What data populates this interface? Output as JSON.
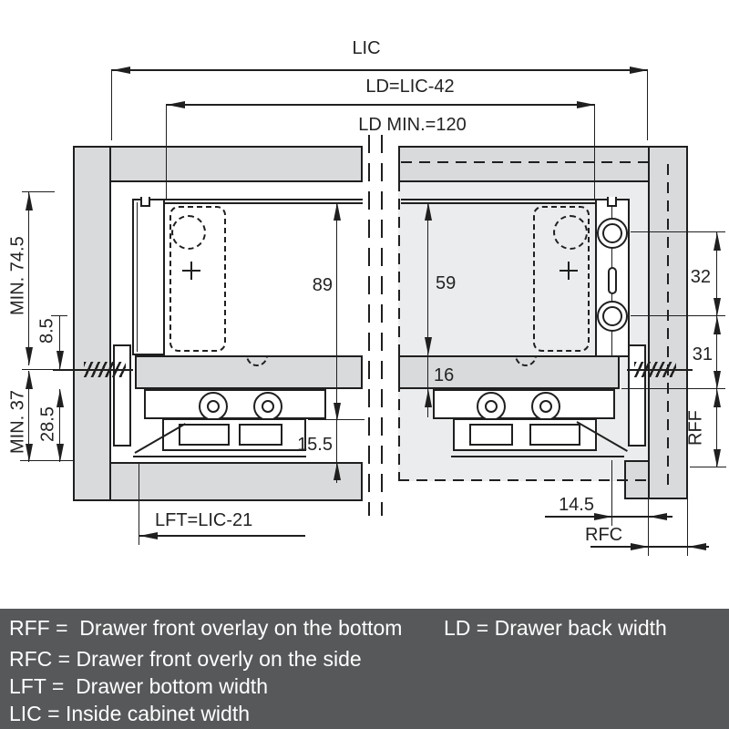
{
  "colors": {
    "cabinet_panel": "#d9dadb",
    "drawer_front_overlay": "#ebeced",
    "drawing_line": "#1f1f1f",
    "legend_bg": "#57585a",
    "legend_text": "#ffffff"
  },
  "dims": {
    "lic": "LIC",
    "ld": "LD=LIC-42",
    "ld_min": "LD MIN.=120",
    "min_745": "MIN. 74.5",
    "v85": "8.5",
    "min_37": "MIN. 37",
    "v285": "28.5",
    "v89": "89",
    "v155": "15.5",
    "v59": "59",
    "v16": "16",
    "v32": "32",
    "v31": "31",
    "rff": "RFF",
    "lft": "LFT=LIC-21",
    "v145": "14.5",
    "rfc": "RFC"
  },
  "legend": {
    "col1": [
      {
        "text": "RFF =  Drawer front overlay on the bottom"
      },
      {
        "text": "RFC = Drawer front overly on the side"
      },
      {
        "text": "LFT =  Drawer bottom width"
      },
      {
        "text": "LIC = Inside cabinet width"
      }
    ],
    "col2": [
      {
        "text": "LD = Drawer back width"
      }
    ]
  }
}
